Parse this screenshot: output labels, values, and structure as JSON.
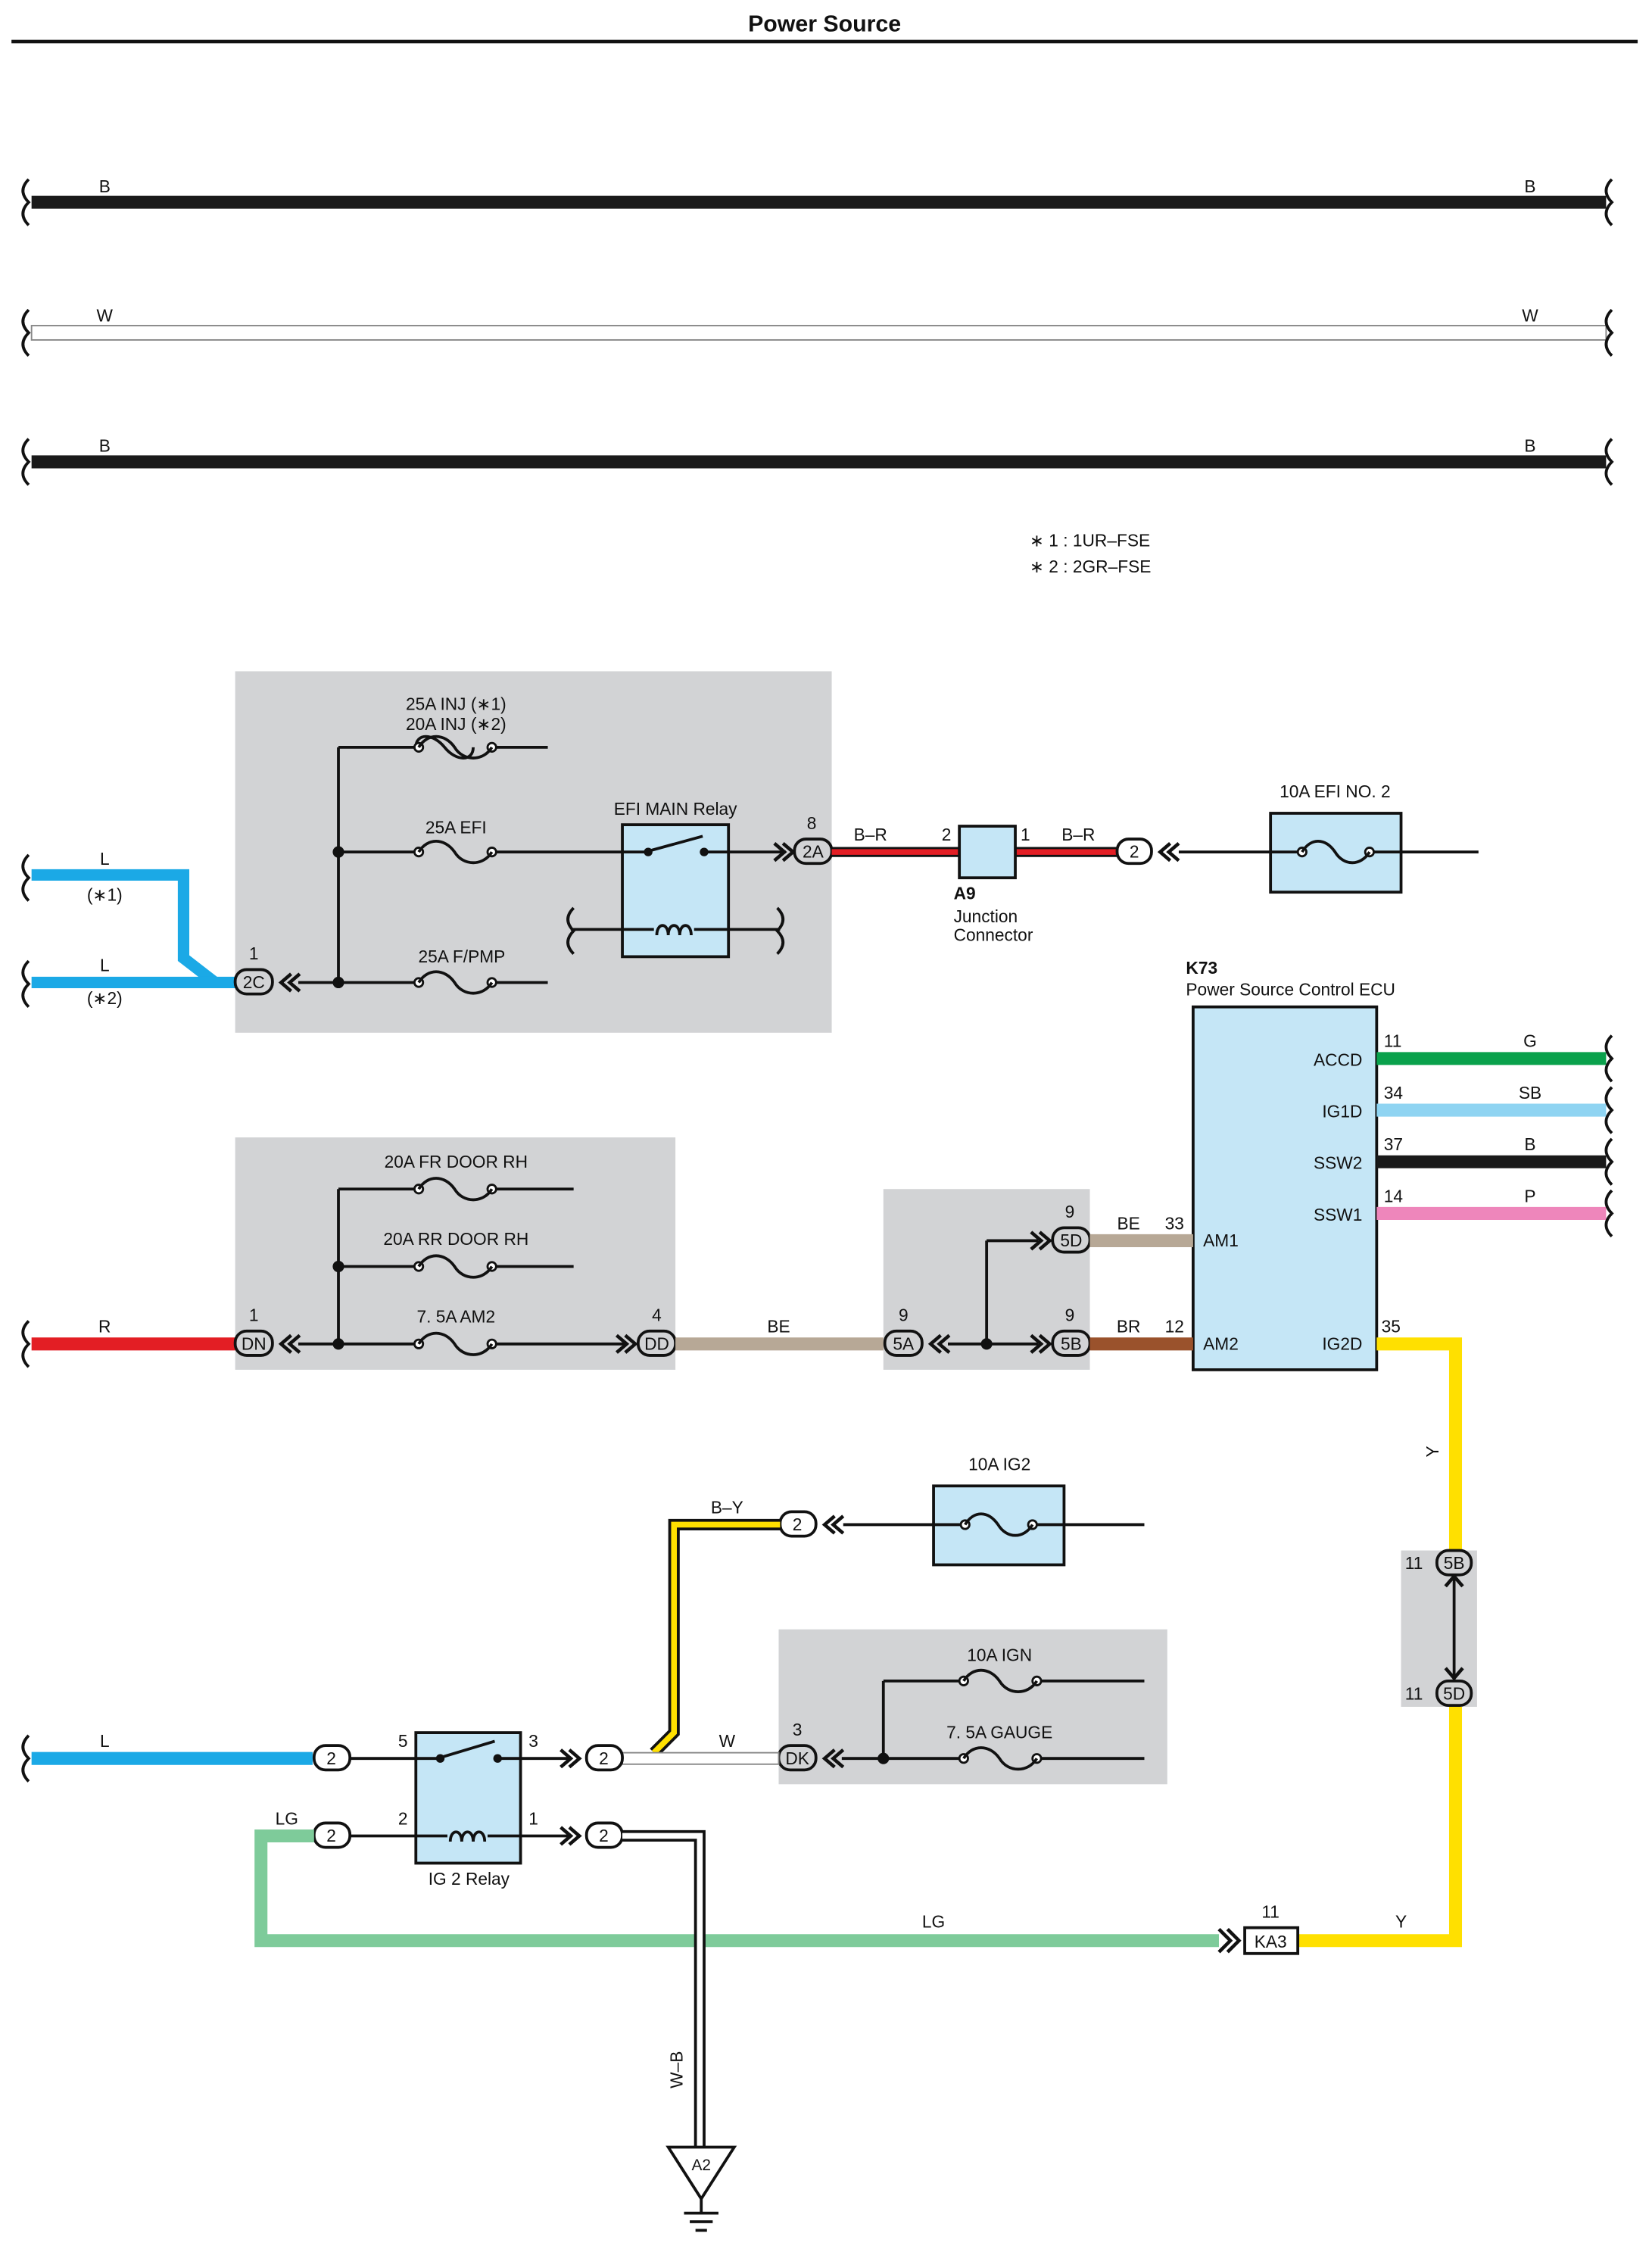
{
  "title": "Power Source",
  "notes": [
    "∗ 1 : 1UR–FSE",
    "∗ 2 : 2GR–FSE"
  ],
  "colors": {
    "L": "#1ba9e6",
    "R": "#e31e24",
    "BE": "#b7a896",
    "BR": "#9a522c",
    "G": "#0aa14c",
    "SB": "#8fd4f2",
    "B": "#1a1a1a",
    "P": "#ee86bb",
    "Y": "#ffe000",
    "LG": "#7ecb9a",
    "BR_RED": "#e31e24",
    "box_gray": "#d2d3d5",
    "component_blue": "#c5e6f6"
  },
  "top_wires": [
    {
      "left": "B",
      "right": "B"
    },
    {
      "left": "W",
      "right": "W"
    },
    {
      "left": "B",
      "right": "B"
    }
  ],
  "efi_block": {
    "fuse_inj": [
      "25A INJ (∗1)",
      "20A INJ (∗2)"
    ],
    "fuse_efi": "25A EFI",
    "fuse_fpmp": "25A F/PMP",
    "relay": "EFI MAIN Relay",
    "conn_in_pin": "1",
    "conn_in": "2C",
    "conn_out_pin": "8",
    "conn_out": "2A",
    "wire_in_1": "L",
    "wire_in_1_note": "(∗1)",
    "wire_in_2": "L",
    "wire_in_2_note": "(∗2)"
  },
  "junction": {
    "wire_left": "B–R",
    "pin_left": "2",
    "pin_right": "1",
    "wire_right": "B–R",
    "id": "A9",
    "name_1": "Junction",
    "name_2": "Connector",
    "conn": "2"
  },
  "efi_no2": {
    "label": "10A EFI NO. 2"
  },
  "ecu": {
    "id": "K73",
    "name": "Power Source Control ECU",
    "right_pins": [
      {
        "terminal": "ACCD",
        "pin": "11",
        "wire": "G"
      },
      {
        "terminal": "IG1D",
        "pin": "34",
        "wire": "SB"
      },
      {
        "terminal": "SSW2",
        "pin": "37",
        "wire": "B"
      },
      {
        "terminal": "SSW1",
        "pin": "14",
        "wire": "P"
      }
    ],
    "am1": {
      "terminal": "AM1",
      "pin": "33",
      "wire": "BE"
    },
    "am2": {
      "terminal": "AM2",
      "pin": "12",
      "wire": "BR"
    },
    "ig2d": {
      "terminal": "IG2D",
      "pin": "35"
    }
  },
  "door_block": {
    "fuse_fr": "20A FR DOOR RH",
    "fuse_rr": "20A RR DOOR RH",
    "fuse_am2": "7. 5A AM2",
    "wire_in": "R",
    "conn_in_pin": "1",
    "conn_in": "DN",
    "conn_out_pin": "4",
    "conn_out": "DD",
    "wire_out": "BE"
  },
  "splice_block": {
    "conn_5a_pin": "9",
    "conn_5a": "5A",
    "conn_5d_pin": "9",
    "conn_5d": "5D",
    "conn_5b_pin": "9",
    "conn_5b": "5B"
  },
  "ig2_fuse": {
    "label": "10A IG2",
    "conn": "2",
    "wire": "B–Y"
  },
  "ign_block": {
    "fuse_ign": "10A IGN",
    "fuse_gauge": "7. 5A GAUGE",
    "conn_pin": "3",
    "conn": "DK",
    "wire_in": "W"
  },
  "ig2_relay": {
    "label": "IG 2 Relay",
    "pin5": "5",
    "pin3": "3",
    "pin2": "2",
    "pin1": "1",
    "conn": "2",
    "wire_l": "L",
    "wire_lg": "LG"
  },
  "y_path": {
    "wire": "Y",
    "c1_pin": "11",
    "c1": "5B",
    "c2_pin": "11",
    "c2": "5D",
    "wire_bottom": "Y"
  },
  "ka3": {
    "pin": "11",
    "id": "KA3",
    "wire": "LG"
  },
  "ground": {
    "wire": "W–B",
    "id": "A2"
  }
}
